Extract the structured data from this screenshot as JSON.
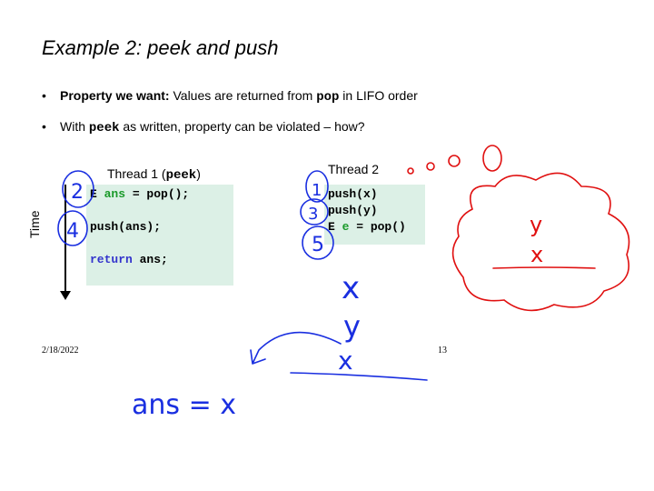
{
  "title": "Example 2: peek and push",
  "bullets": [
    {
      "bold": "Property we want:",
      "text1": " Values are returned from ",
      "code": "pop",
      "text2": " in LIFO order"
    },
    {
      "text1": "With ",
      "code": "peek",
      "text2": " as written, property can be violated – how?"
    }
  ],
  "time_label": "Time",
  "thread1": {
    "label": "Thread 1 (",
    "label_code": "peek",
    "label_end": ")",
    "lines": [
      {
        "prefix": "E ",
        "var": "ans",
        "rest": " = pop();"
      },
      {
        "text": "push(ans);"
      },
      {
        "kw": "return",
        "rest": " ans;"
      }
    ]
  },
  "thread2": {
    "label": "Thread 2",
    "lines": [
      {
        "text": "push(x)"
      },
      {
        "text": "push(y)"
      },
      {
        "prefix": "E ",
        "var": "e",
        "rest": " = pop()"
      }
    ]
  },
  "footer": {
    "date": "2/18/2022",
    "page": "13"
  },
  "ink": {
    "step_t1": [
      "2",
      "4"
    ],
    "step_t2": [
      "1",
      "3",
      "5"
    ],
    "stack": [
      "x",
      "y",
      "x"
    ],
    "thought_stack": [
      "y",
      "x"
    ],
    "result": "ans = x"
  },
  "colors": {
    "code_bg": "#dcf0e6",
    "ink_blue": "#1a2fe0",
    "ink_red": "#e01010",
    "var_green": "#1a9a2a",
    "keyword_blue": "#3333cc"
  }
}
